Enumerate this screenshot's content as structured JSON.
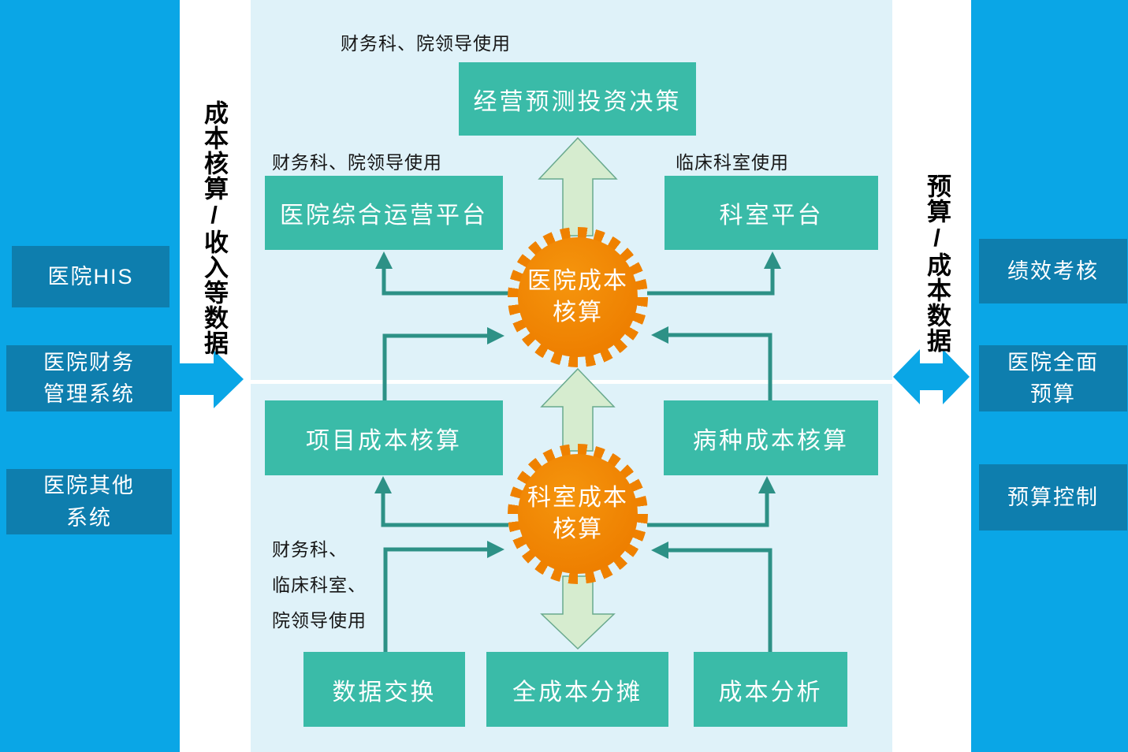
{
  "colors": {
    "sidebar_blue": "#0AA6E6",
    "dark_blue_box": "#0E7EAE",
    "main_background": "#DFF2F9",
    "teal_box": "#3ABBA8",
    "connector_teal": "#2D9186",
    "pale_green_arrow": "#D6ECCF",
    "gear_orange": "#EF8100"
  },
  "left_sidebar": {
    "boxes": [
      {
        "label": "医院HIS"
      },
      {
        "label": "医院财务\n管理系统"
      },
      {
        "label": "医院其他\n系统"
      }
    ]
  },
  "right_sidebar": {
    "boxes": [
      {
        "label": "绩效考核"
      },
      {
        "label": "医院全面\n预算"
      },
      {
        "label": "预算控制"
      }
    ]
  },
  "left_channel": {
    "vertical_label": "成本核算/收入等数据"
  },
  "right_channel": {
    "vertical_label": "预算/成本数据"
  },
  "diagram": {
    "usage_labels": {
      "top": "财务科、院领导使用",
      "mid_left": "财务科、院领导使用",
      "mid_right": "临床科室使用",
      "bottom_left": "财务科、\n临床科室、\n院领导使用"
    },
    "boxes": {
      "forecast": "经营预测投资决策",
      "ops_platform": "医院综合运营平台",
      "dept_platform": "科室平台",
      "project_cost": "项目成本核算",
      "disease_cost": "病种成本核算",
      "data_exchange": "数据交换",
      "full_cost_alloc": "全成本分摊",
      "cost_analysis": "成本分析"
    },
    "gears": {
      "hospital": "医院成本\n核算",
      "department": "科室成本\n核算"
    }
  }
}
